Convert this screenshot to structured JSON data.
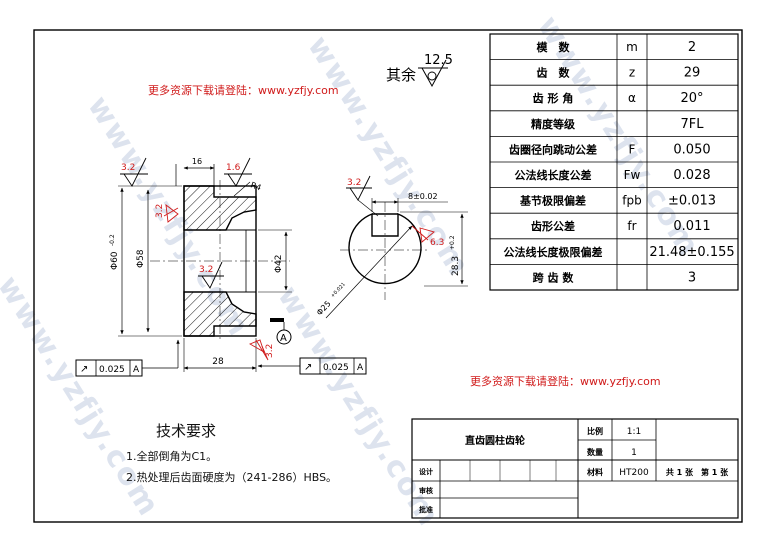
{
  "watermark": {
    "text": "www.yzfjy.com"
  },
  "promo": {
    "text": "更多资源下载请登陆：www.yzfjy.com"
  },
  "surface": {
    "rest_label": "其余",
    "rest_roughness": "12.5"
  },
  "params": [
    {
      "name": "模　数",
      "symbol": "m",
      "value": "2"
    },
    {
      "name": "齿　数",
      "symbol": "z",
      "value": "29"
    },
    {
      "name": "齿 形 角",
      "symbol": "α",
      "value": "20°"
    },
    {
      "name": "精度等级",
      "symbol": "",
      "value": "7FL"
    },
    {
      "name": "齿圈径向跳动公差",
      "symbol": "F",
      "value": "0.050"
    },
    {
      "name": "公法线长度公差",
      "symbol": "Fw",
      "value": "0.028"
    },
    {
      "name": "基节极限偏差",
      "symbol": "fpb",
      "value": "±0.013"
    },
    {
      "name": "齿形公差",
      "symbol": "fr",
      "value": "0.011"
    },
    {
      "name": "公法线长度极限偏差",
      "symbol": "",
      "value": "21.48±0.155"
    },
    {
      "name": "跨 齿 数",
      "symbol": "",
      "value": "3"
    }
  ],
  "dims": {
    "hub_width": "16",
    "total_width": "28",
    "od": "Φ60",
    "od_tol": "-0.2",
    "bore_step": "Φ58",
    "bore": "Φ42",
    "fillet": "R4",
    "keyway": "8±0.02",
    "key_depth": "28.3",
    "key_depth_tol": "+0.2",
    "shaft": "Φ25",
    "shaft_tol": "+0.021"
  },
  "roughness": [
    "3.2",
    "1.6",
    "3.2",
    "3.2",
    "3.2",
    "3.2",
    "6.3"
  ],
  "datum": "A",
  "gdt": [
    {
      "symbol": "↗",
      "value": "0.025",
      "datum": "A"
    },
    {
      "symbol": "↗",
      "value": "0.025",
      "datum": "A"
    }
  ],
  "tech": {
    "title": "技术要求",
    "items": [
      "1.全部倒角为C1。",
      "2.热处理后齿面硬度为（241-286）HBS。"
    ]
  },
  "title_block": {
    "part_name": "直齿圆柱齿轮",
    "scale_label": "比例",
    "scale_value": "1:1",
    "qty_label": "数量",
    "qty_value": "1",
    "material_label": "材料",
    "material_value": "HT200",
    "sheets": "共 1 张　第 1 张",
    "design_label": "设计",
    "review_label": "审核",
    "approve_label": "批准"
  }
}
